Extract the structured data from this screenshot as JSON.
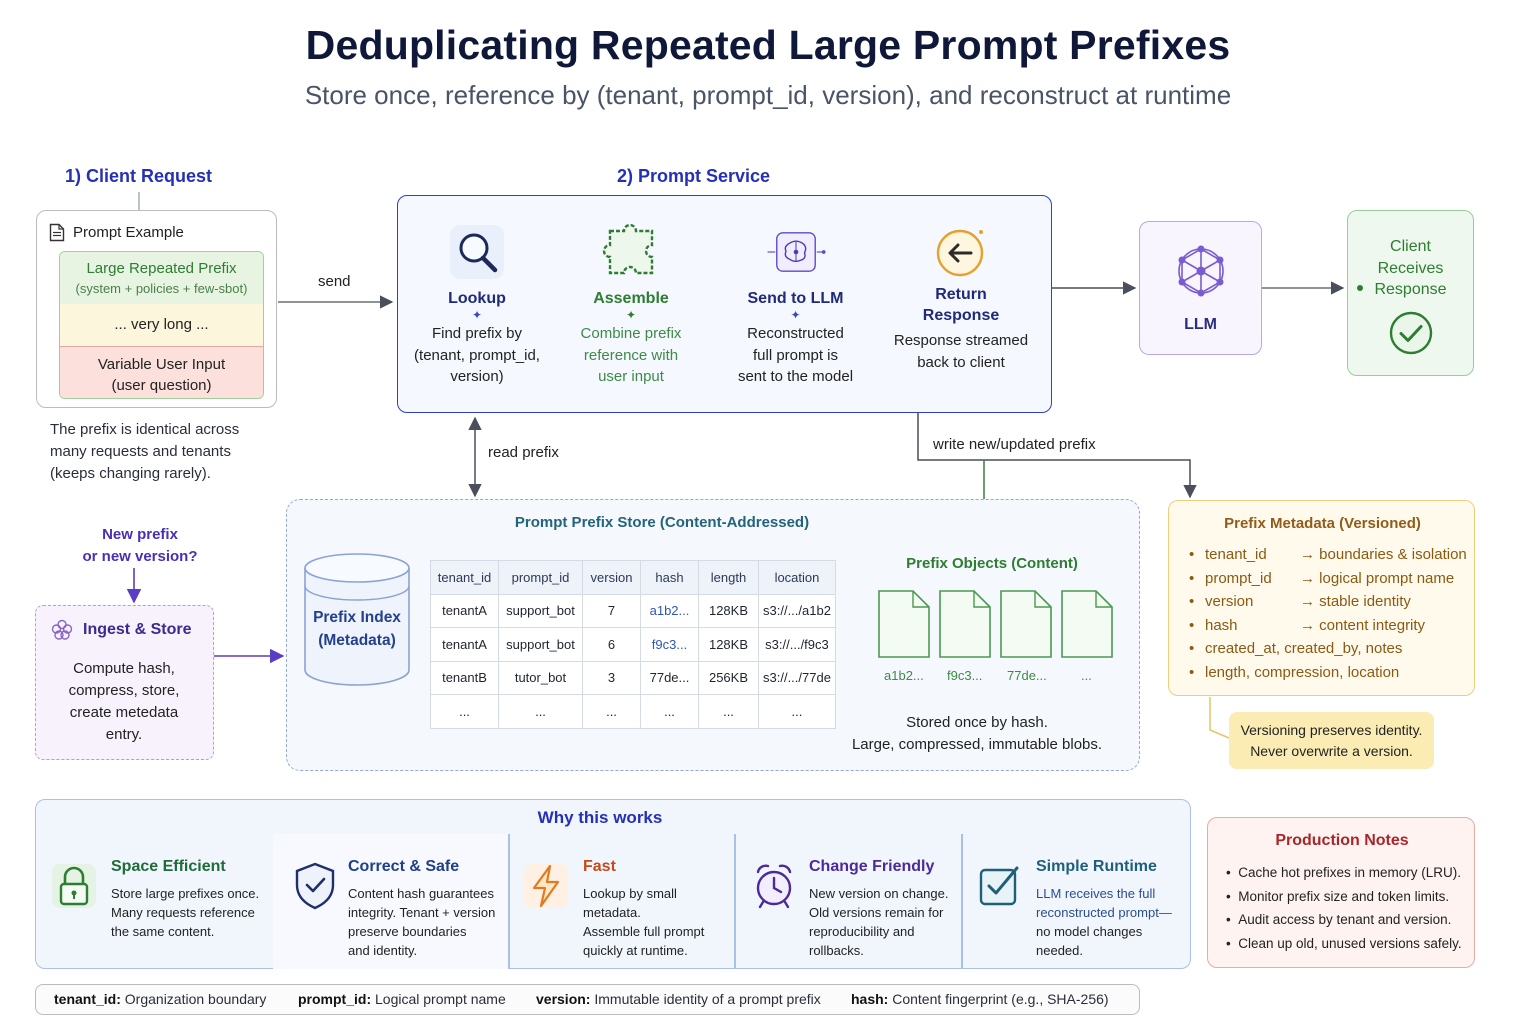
{
  "header": {
    "title": "Deduplicating Repeated Large Prompt Prefixes",
    "subtitle": "Store once, reference by (tenant, prompt_id, version), and reconstruct at runtime"
  },
  "client": {
    "section_label": "1) Client Request",
    "card_title": "Prompt Example",
    "prefix_label": "Large Repeated Prefix",
    "prefix_sub": "(system + policies + few-sbot)",
    "long_label": "... very long ...",
    "user_input_label": "Variable User Input",
    "user_input_sub": "(user question)",
    "note_lines": [
      "The prefix is identical across",
      "many requests and tenants",
      "(keeps changing rarely)."
    ]
  },
  "service": {
    "section_label": "2) Prompt Service",
    "steps": [
      {
        "name": "Lookup",
        "desc": [
          "Find prefix by",
          "(tenant, prompt_id,",
          "version)"
        ],
        "icon": "magnifier-icon"
      },
      {
        "name": "Assemble",
        "desc": [
          "Combine prefix",
          "reference with",
          "user input"
        ],
        "icon": "puzzle-icon"
      },
      {
        "name": "Send to LLM",
        "desc": [
          "Reconstructed",
          "full prompt is",
          "sent to the model"
        ],
        "icon": "brain-chip-icon"
      },
      {
        "name_lines": [
          "Return",
          "Response"
        ],
        "desc": [
          "Response streamed",
          "back to client"
        ],
        "icon": "return-arrow-icon"
      }
    ]
  },
  "flow": {
    "send_label": "send",
    "read_label": "read prefix",
    "write_label": "write new/updated prefix",
    "new_prefix_lines": [
      "New prefix",
      "or new version?"
    ]
  },
  "llm": {
    "label": "LLM",
    "icon": "network-icon"
  },
  "receive": {
    "lines": [
      "Client",
      "Receives",
      "Response"
    ],
    "icon": "check-circle-icon"
  },
  "ingest": {
    "title": "Ingest & Store",
    "desc": [
      "Compute hash,",
      "compress, store,",
      "create metedata",
      "entry."
    ],
    "icon": "flower-icon"
  },
  "store": {
    "title": "Prompt Prefix Store (Content-Addressed)",
    "index_lines": [
      "Prefix Index",
      "(Metadata)"
    ],
    "columns": [
      "tenant_id",
      "prompt_id",
      "version",
      "hash",
      "length",
      "location"
    ],
    "rows": [
      [
        "tenantA",
        "support_bot",
        "7",
        "a1b2...",
        "128KB",
        "s3://.../a1b2"
      ],
      [
        "tenantA",
        "support_bot",
        "6",
        "f9c3...",
        "128KB",
        "s3://.../f9c3"
      ],
      [
        "tenantB",
        "tutor_bot",
        "3",
        "77de...",
        "256KB",
        "s3://.../77de"
      ],
      [
        "...",
        "...",
        "...",
        "...",
        "...",
        "..."
      ]
    ],
    "objects_title": "Prefix Objects (Content)",
    "object_labels": [
      "a1b2...",
      "f9c3...",
      "77de...",
      "..."
    ],
    "objects_note": [
      "Stored once by hash.",
      "Large, compressed, immutable blobs."
    ]
  },
  "metadata": {
    "title": "Prefix Metadata (Versioned)",
    "items": [
      {
        "key": "tenant_id",
        "value": "→ boundaries & isolation"
      },
      {
        "key": "prompt_id",
        "value": "→ logical prompt name"
      },
      {
        "key": "version",
        "value": "→ stable identity"
      },
      {
        "key": "hash",
        "value": "→ content integrity"
      },
      {
        "full": "created_at, created_by, notes"
      },
      {
        "full": "length, compression, location"
      }
    ],
    "callout": [
      "Versioning preserves identity.",
      "Never overwrite a version."
    ]
  },
  "why": {
    "title": "Why this works",
    "items": [
      {
        "title": "Space Efficient",
        "desc": [
          "Store large prefixes once.",
          "Many requests reference",
          "the same content."
        ],
        "icon": "lock-icon",
        "color": "#1f6b3a"
      },
      {
        "title": "Correct & Safe",
        "desc": [
          "Content hash guarantees",
          "integrity. Tenant + version",
          "preserve boundaries",
          "and identity."
        ],
        "icon": "shield-check-icon",
        "color": "#1f3f8a"
      },
      {
        "title": "Fast",
        "desc": [
          "Lookup by small metadata.",
          "Assemble full prompt",
          "quickly at runtime."
        ],
        "icon": "lightning-icon",
        "color": "#c44b1d"
      },
      {
        "title": "Change Friendly",
        "desc": [
          "New version on change.",
          "Old versions remain for",
          "reproducibility and",
          "rollbacks."
        ],
        "icon": "alarm-clock-icon",
        "color": "#4b2a9a"
      },
      {
        "title": "Simple Runtime",
        "desc": [
          "LLM receives the full",
          "reconstructed prompt—",
          "no model changes needed."
        ],
        "icon": "checkbox-icon",
        "color": "#1f5f7a"
      }
    ]
  },
  "production": {
    "title": "Production Notes",
    "items": [
      "Cache hot prefixes in memory (LRU).",
      "Monitor prefix size and token limits.",
      "Audit access by tenant and version.",
      "Clean up old, unused versions safely."
    ]
  },
  "legend": [
    {
      "key": "tenant_id:",
      "value": "Organization boundary"
    },
    {
      "key": "prompt_id:",
      "value": "Logical prompt name"
    },
    {
      "key": "version:",
      "value": "Immutable identity of a prompt prefix"
    },
    {
      "key": "hash:",
      "value": "Content fingerprint (e.g., SHA-256)"
    }
  ],
  "colors": {
    "accent_blue": "#2430b8",
    "service_border": "#2f3fc7",
    "green": "#2e7d32",
    "purple": "#6a3fbf",
    "amber": "#915c1a",
    "red": "#a7262a"
  }
}
